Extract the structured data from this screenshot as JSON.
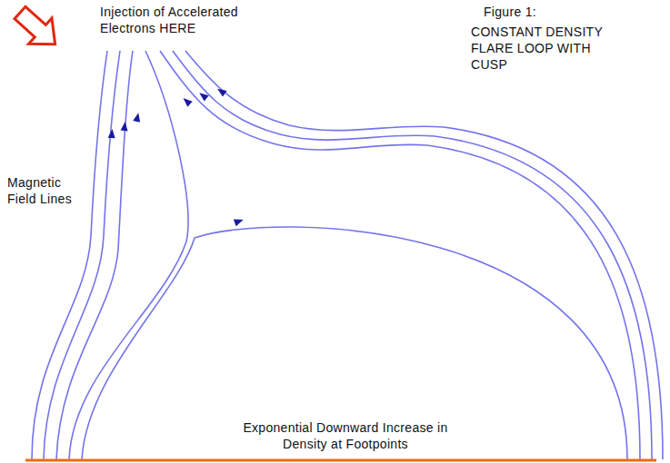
{
  "diagram": {
    "labels": [
      "Injection of Accelerated Electrons HERE",
      "Figure 1:",
      "CONSTANT DENSITY FLARE LOOP WITH CUSP",
      "Magnetic Field Lines",
      "Exponential Downward Increase in Density at Footpoints"
    ]
  }
}
